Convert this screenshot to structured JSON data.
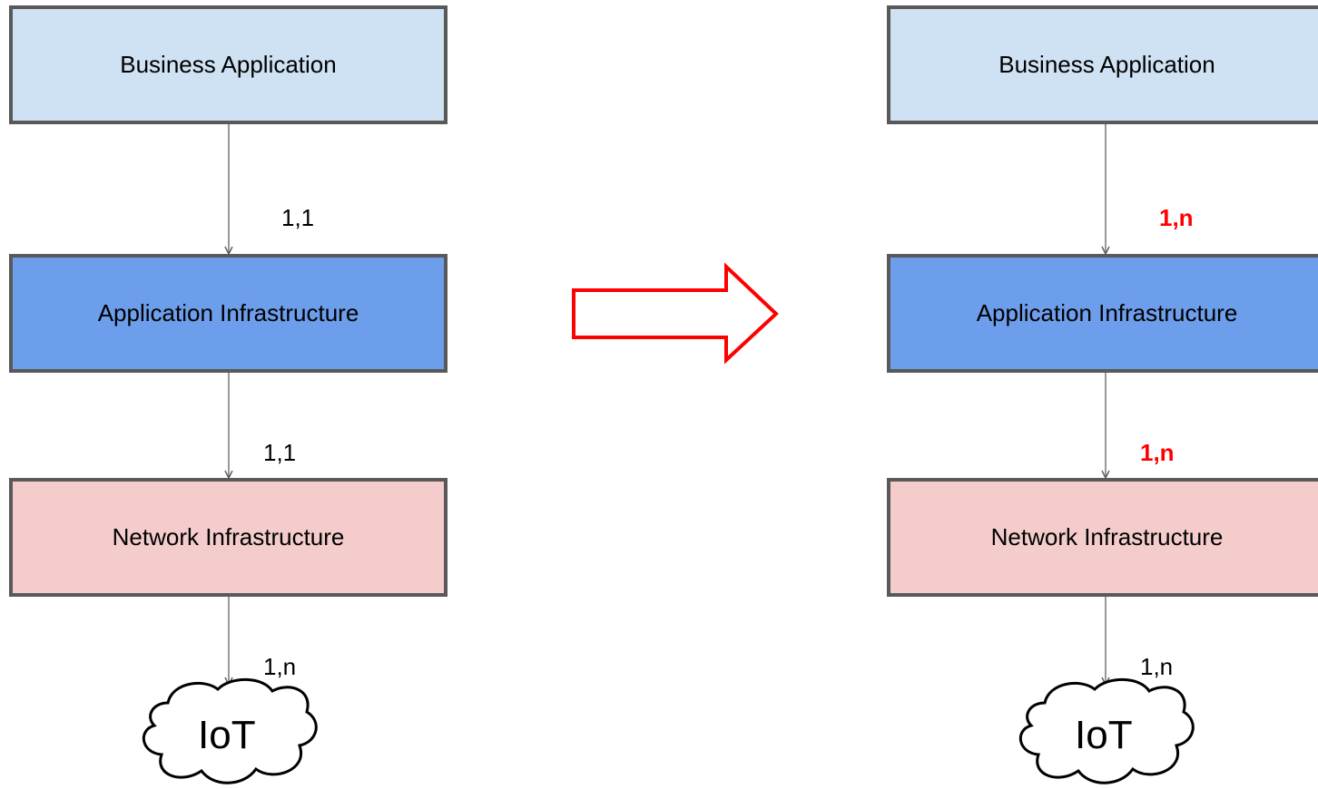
{
  "left_diagram": {
    "business_application": "Business Application",
    "application_infrastructure": "Application Infrastructure",
    "network_infrastructure": "Network Infrastructure",
    "iot": "IoT",
    "rel_business_to_app": "1,1",
    "rel_app_to_network": "1,1",
    "rel_network_to_iot": "1,n"
  },
  "right_diagram": {
    "business_application": "Business Application",
    "application_infrastructure": "Application Infrastructure",
    "network_infrastructure": "Network Infrastructure",
    "iot": "IoT",
    "rel_business_to_app": "1,n",
    "rel_app_to_network": "1,n",
    "rel_network_to_iot": "1,n"
  },
  "colors": {
    "business_application": "#cfe2f3",
    "application_infrastructure": "#6d9eeb",
    "network_infrastructure": "#f4cccc",
    "highlight": "#ff0000",
    "border": "#595959"
  }
}
